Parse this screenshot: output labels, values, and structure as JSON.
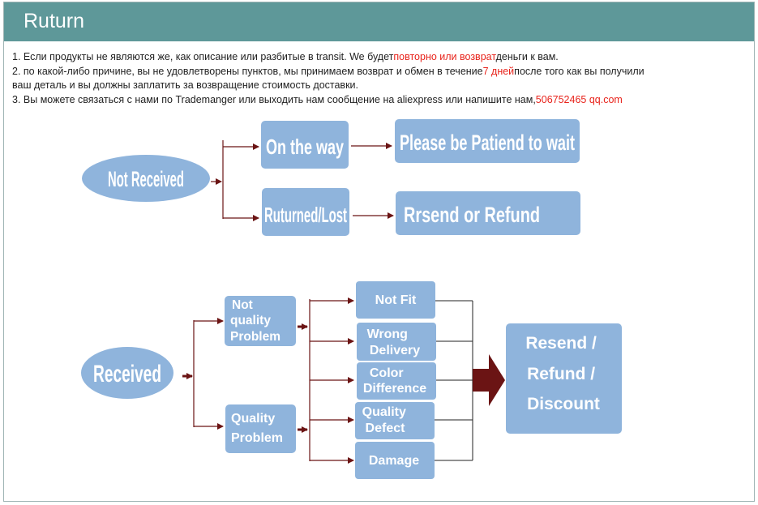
{
  "header": {
    "title": "Ruturn"
  },
  "instructions": {
    "line1": {
      "text_a": "1. Если продукты не являются же, как описание или разбитые в transit. We будет",
      "highlight": "повторно или возврат",
      "text_b": "деньги к вам."
    },
    "line2": {
      "text_a": "2. по какой-либо причине, вы не удовлетворены пунктов, мы принимаем возврат и обмен в течение",
      "highlight": "7 дней",
      "text_b": "после того как вы получили"
    },
    "line2b": {
      "text": "ваш деталь и вы должны заплатить за возвращение стоимость доставки."
    },
    "line3": {
      "text_a": "3. Вы можете связаться с нами по Trademanger или выходить нам сообщение на aliexpress или напишите нам,",
      "highlight": "506752465 qq.com"
    }
  },
  "diagram": {
    "not_received": {
      "root": "Not Received",
      "branch_way": "On the way",
      "result_way": "Please be Patiend to wait",
      "branch_lost": "Ruturned/Lost",
      "result_lost": "Rrsend or Refund"
    },
    "received": {
      "root": "Received",
      "not_quality": [
        "Not",
        "quality",
        "Problem"
      ],
      "quality": [
        "Quality",
        "Problem"
      ],
      "issues": [
        {
          "lines": [
            "Not Fit"
          ]
        },
        {
          "lines": [
            "Wrong",
            "Delivery"
          ]
        },
        {
          "lines": [
            "Color",
            "Difference"
          ]
        },
        {
          "lines": [
            "Quality",
            "Defect"
          ]
        },
        {
          "lines": [
            "Damage"
          ]
        }
      ],
      "result": [
        "Resend /",
        "Refund /",
        "Discount"
      ]
    }
  },
  "colors": {
    "header": "#5e9899",
    "box": "#8fb4dc",
    "arrow": "#6b1414",
    "highlight": "#e8231b"
  }
}
